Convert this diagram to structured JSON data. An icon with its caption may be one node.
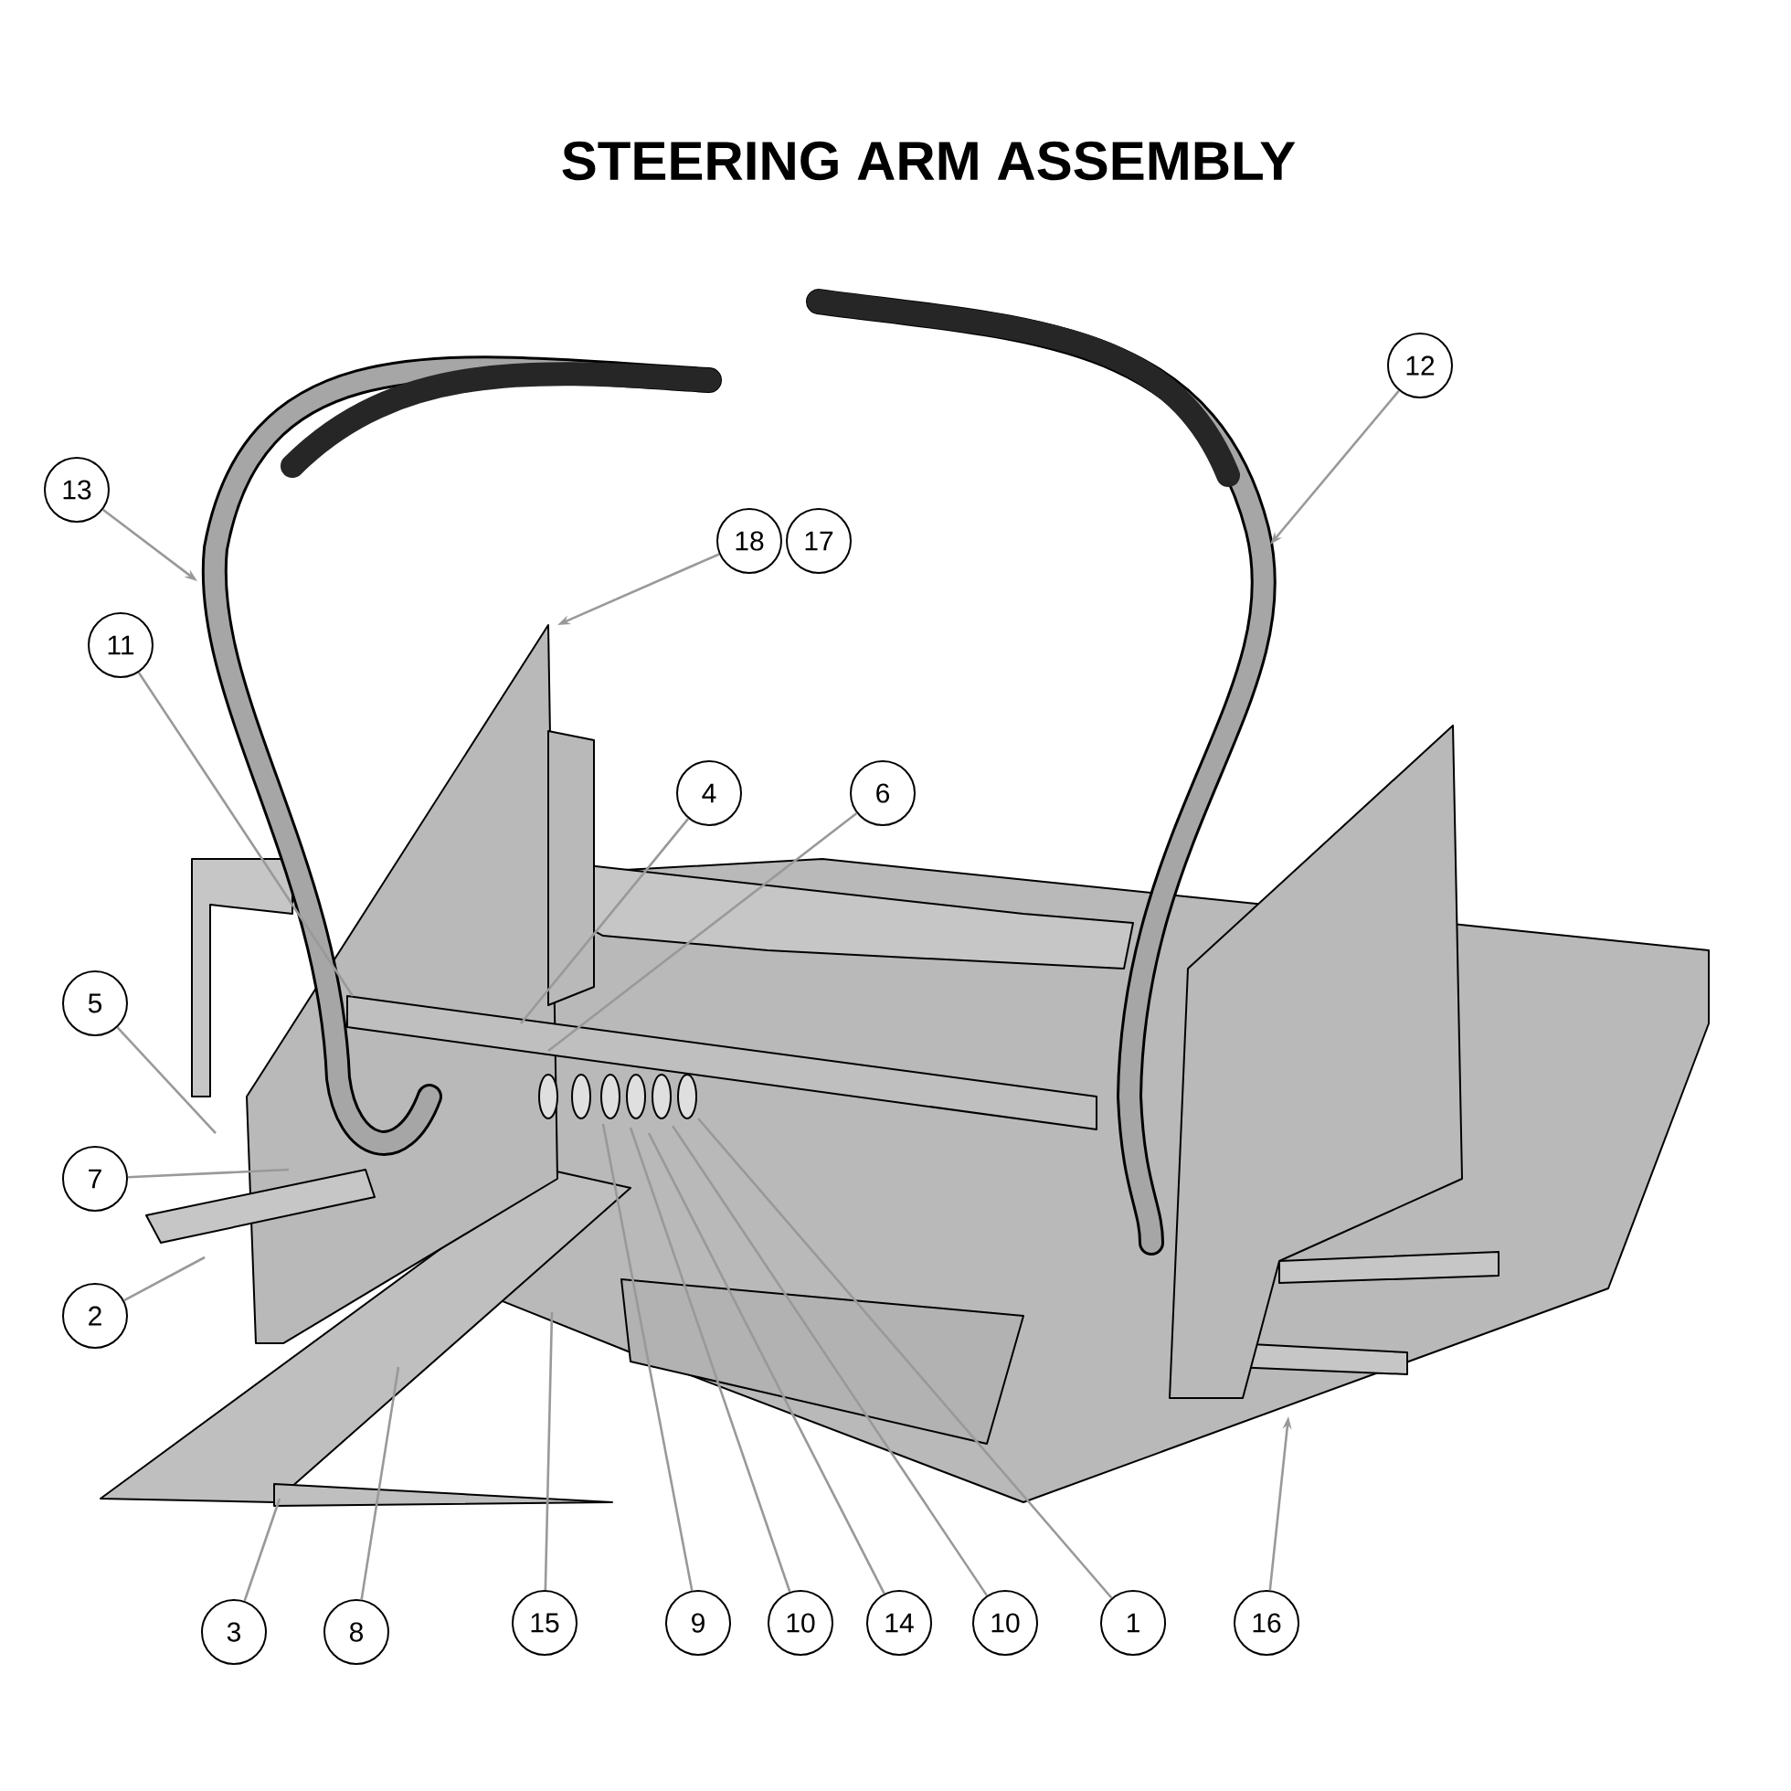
{
  "diagram": {
    "title": "STEERING ARM ASSEMBLY",
    "nodes": [
      {
        "text": [
          "13"
        ]
      },
      {
        "text": [
          "11"
        ]
      },
      {
        "text": [
          "18"
        ]
      },
      {
        "text": [
          "17"
        ]
      },
      {
        "text": [
          "4"
        ]
      },
      {
        "text": [
          "6"
        ]
      },
      {
        "text": [
          "5"
        ]
      },
      {
        "text": [
          "7"
        ]
      },
      {
        "text": [
          "2"
        ]
      },
      {
        "text": [
          "3"
        ]
      },
      {
        "text": [
          "8"
        ]
      },
      {
        "text": [
          "15"
        ]
      },
      {
        "text": [
          "9"
        ]
      },
      {
        "text": [
          "10"
        ]
      },
      {
        "text": [
          "14"
        ]
      },
      {
        "text": [
          "10"
        ]
      },
      {
        "text": [
          "1"
        ]
      },
      {
        "text": [
          "12"
        ]
      },
      {
        "text": [
          "16"
        ]
      }
    ],
    "edges": [
      {
        "from": 0,
        "to": null,
        "arrow": "to"
      },
      {
        "from": 1,
        "to": null,
        "arrow": "none"
      },
      {
        "from": 2,
        "to": null,
        "arrow": "to"
      },
      {
        "from": 4,
        "to": null,
        "arrow": "none"
      },
      {
        "from": 5,
        "to": null,
        "arrow": "none"
      },
      {
        "from": 6,
        "to": null,
        "arrow": "none"
      },
      {
        "from": 7,
        "to": null,
        "arrow": "none"
      },
      {
        "from": 8,
        "to": null,
        "arrow": "none"
      },
      {
        "from": 9,
        "to": null,
        "arrow": "none"
      },
      {
        "from": 10,
        "to": null,
        "arrow": "none"
      },
      {
        "from": 11,
        "to": null,
        "arrow": "none"
      },
      {
        "from": 12,
        "to": null,
        "arrow": "none"
      },
      {
        "from": 13,
        "to": null,
        "arrow": "none"
      },
      {
        "from": 14,
        "to": null,
        "arrow": "none"
      },
      {
        "from": 15,
        "to": null,
        "arrow": "none"
      },
      {
        "from": 16,
        "to": null,
        "arrow": "none"
      },
      {
        "from": 17,
        "to": null,
        "arrow": "to"
      },
      {
        "from": 18,
        "to": null,
        "arrow": "to"
      }
    ]
  }
}
